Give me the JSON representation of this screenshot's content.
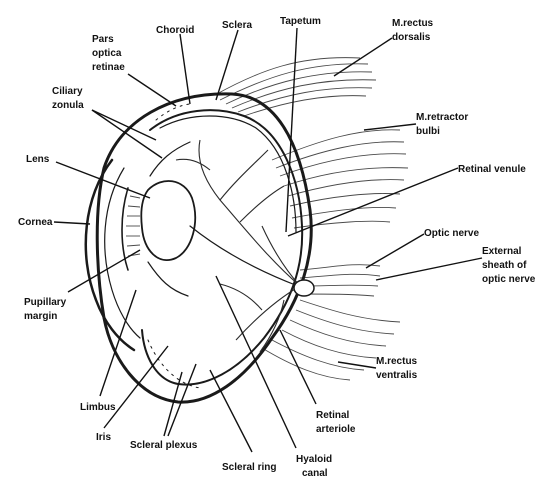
{
  "diagram": {
    "colors": {
      "ink": "#111111",
      "paper": "#ffffff",
      "shade": "#6b6b6b"
    },
    "labels": {
      "choroid": "Choroid",
      "sclera": "Sclera",
      "tapetum": "Tapetum",
      "m_rectus_dorsalis_1": "M.rectus",
      "m_rectus_dorsalis_2": "dorsalis",
      "pars_optica_1": "Pars",
      "pars_optica_2": "optica",
      "pars_optica_3": "retinae",
      "ciliary_zonula_1": "Ciliary",
      "ciliary_zonula_2": "zonula",
      "m_retractor_bulbi_1": "M.retractor",
      "m_retractor_bulbi_2": "bulbi",
      "lens": "Lens",
      "retinal_venule": "Retinal venule",
      "cornea": "Cornea",
      "optic_nerve": "Optic nerve",
      "external_sheath_1": "External",
      "external_sheath_2": "sheath of",
      "external_sheath_3": "optic nerve",
      "pupillary_margin_1": "Pupillary",
      "pupillary_margin_2": "margin",
      "m_rectus_ventralis_1": "M.rectus",
      "m_rectus_ventralis_2": "ventralis",
      "limbus": "Limbus",
      "retinal_arteriole_1": "Retinal",
      "retinal_arteriole_2": "arteriole",
      "iris": "Iris",
      "scleral_plexus": "Scleral plexus",
      "scleral_ring": "Scleral ring",
      "hyaloid_canal_1": "Hyaloid",
      "hyaloid_canal_2": "canal"
    }
  }
}
